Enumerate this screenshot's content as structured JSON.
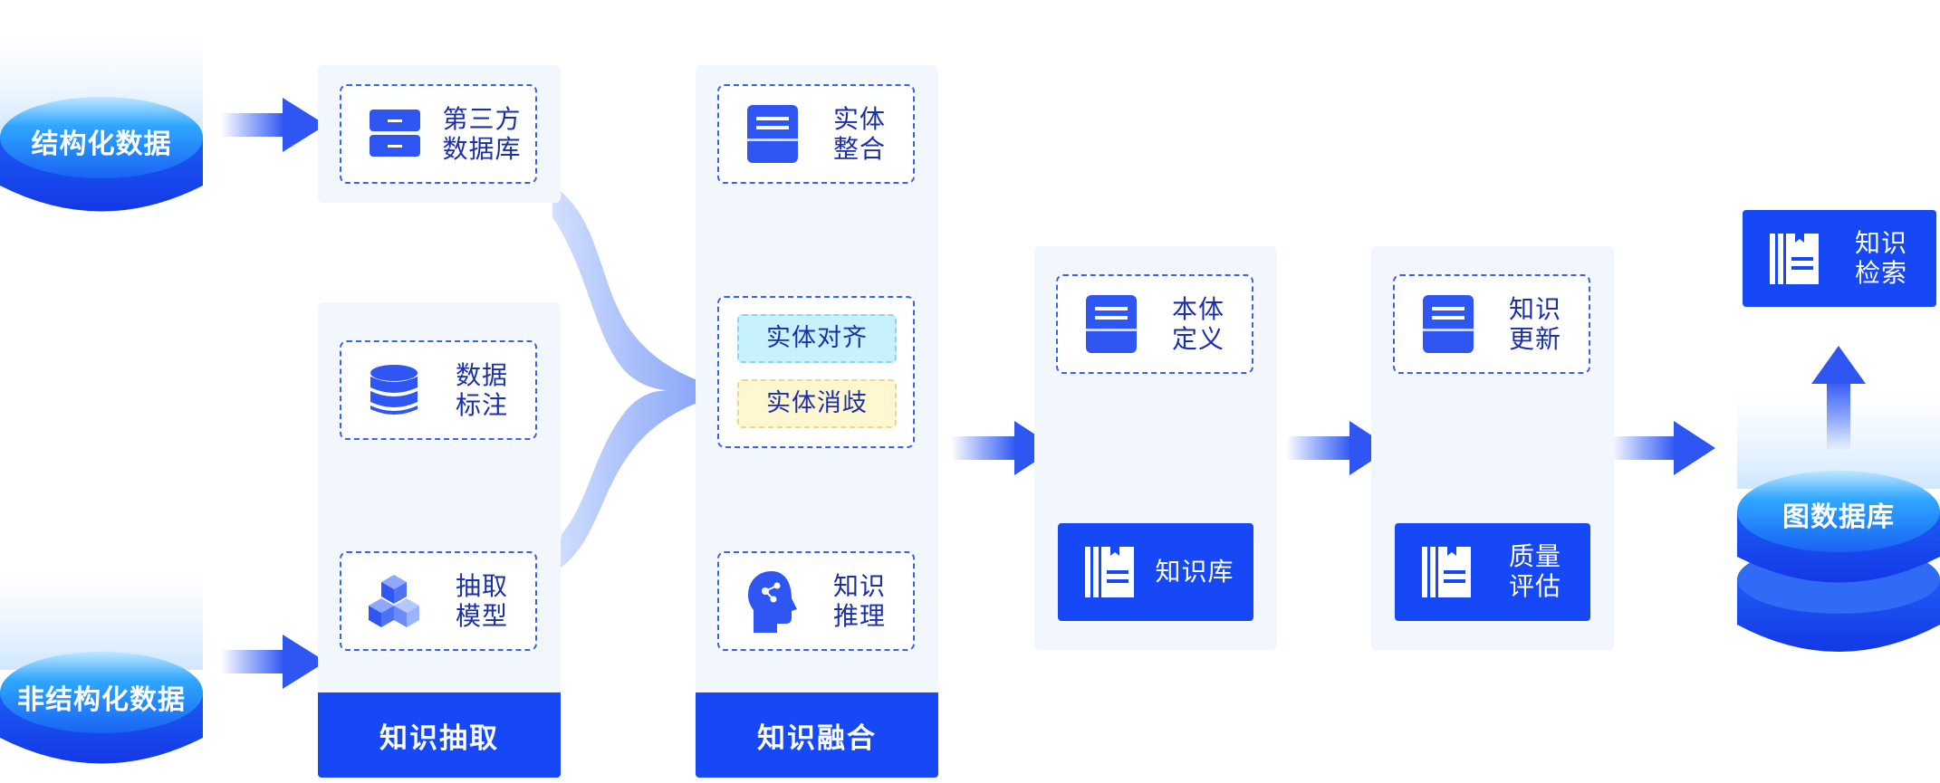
{
  "sources": {
    "structured": "结构化数据",
    "unstructured": "非结构化数据"
  },
  "extraction": {
    "third_party_db": [
      "第三方",
      "数据库"
    ],
    "data_annotation": [
      "数据",
      "标注"
    ],
    "extraction_model": [
      "抽取",
      "模型"
    ],
    "footer": "知识抽取"
  },
  "fusion": {
    "entity_integration": [
      "实体",
      "整合"
    ],
    "entity_alignment": "实体对齐",
    "entity_disambiguation": "实体消歧",
    "knowledge_reasoning": [
      "知识",
      "推理"
    ],
    "footer": "知识融合"
  },
  "ontology": {
    "ontology_definition": [
      "本体",
      "定义"
    ],
    "knowledge_base": "知识库"
  },
  "update": {
    "knowledge_update": [
      "知识",
      "更新"
    ],
    "quality_assessment": [
      "质量",
      "评估"
    ]
  },
  "output": {
    "knowledge_retrieval": [
      "知识",
      "检索"
    ],
    "graph_db": "图数据库"
  },
  "colors": {
    "primary": "#1748f5",
    "panel": "#f2f6fd",
    "dashed": "#3b63ea",
    "text": "#1a2fa8",
    "alignment_chip": "#c7f2fd",
    "disambiguation_chip": "#fef7cf"
  }
}
